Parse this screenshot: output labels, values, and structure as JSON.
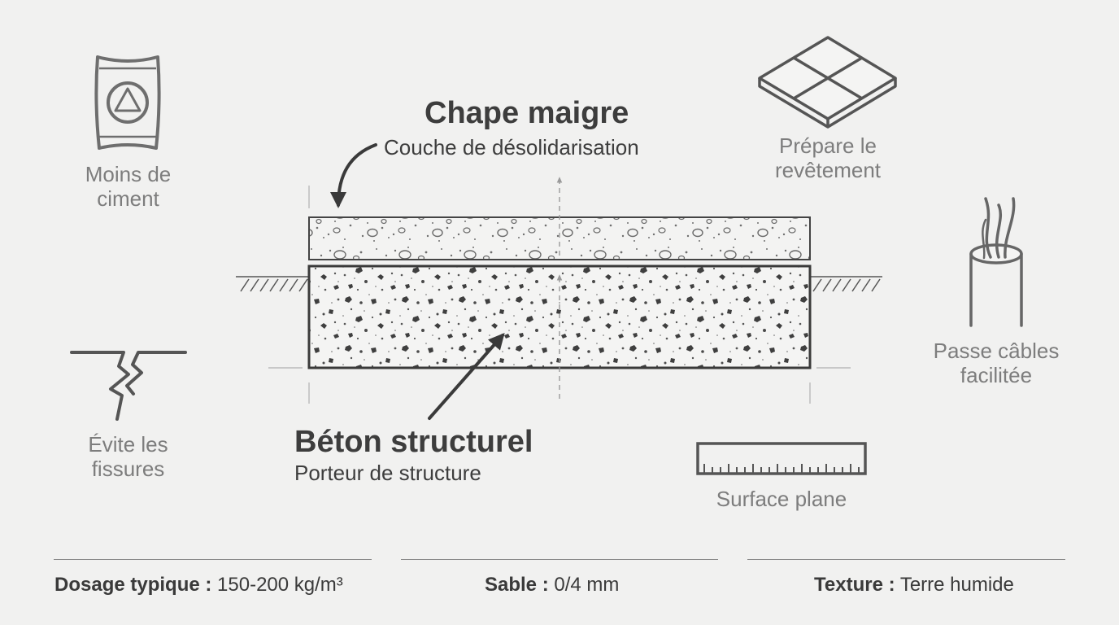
{
  "title": "Chape maigre",
  "subtitle": "Couche de désolidarisation",
  "structural": {
    "title": "Béton structurel",
    "subtitle": "Porteur de structure"
  },
  "benefits": {
    "cement": {
      "line1": "Moins de",
      "line2": "ciment",
      "icon": "cement-bag-icon"
    },
    "cracks": {
      "line1": "Évite les",
      "line2": "fissures",
      "icon": "crack-icon"
    },
    "tiles": {
      "line1": "Prépare le",
      "line2": "revêtement",
      "icon": "tile-icon"
    },
    "cables": {
      "line1": "Passe câbles",
      "line2": "facilitée",
      "icon": "cable-conduit-icon"
    },
    "flat": {
      "line1": "Surface plane",
      "icon": "ruler-icon"
    }
  },
  "specs": [
    {
      "label": "Dosage typique :",
      "value": "150-200 kg/m³"
    },
    {
      "label": "Sable :",
      "value": "0/4 mm"
    },
    {
      "label": "Texture :",
      "value": "Terre humide"
    }
  ],
  "colors": {
    "ink": "#3d3d3d",
    "muted": "#7d7d7d",
    "background": "#f1f1f0"
  }
}
